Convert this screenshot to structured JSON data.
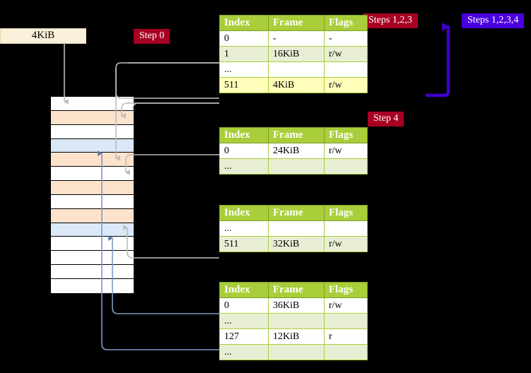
{
  "labels": {
    "size_box": "4KiB",
    "step0": "Step 0",
    "steps123": "Steps 1,2,3",
    "steps1234": "Steps 1,2,3,4",
    "step4": "Step 4"
  },
  "colors": {
    "header_green": "#a9ce3a",
    "row_alt_green": "#e8eed4",
    "highlight_yellow": "#ffffbb",
    "crimson_badge": "#a80023",
    "violet_badge": "#4b00e0",
    "violet_arrow": "#3d00cc",
    "mem_orange": "#fde2cc",
    "mem_blue": "#dbe8f7",
    "sizebox_cream": "#fbf0d9",
    "gray_connector": "#b3b3b3",
    "blue_connector": "#7d99c4"
  },
  "tables": [
    {
      "name": "pml4-table",
      "headers": [
        "Index",
        "Frame",
        "Flags"
      ],
      "rows": [
        {
          "cells": [
            "0",
            "-",
            "-"
          ],
          "shade": "plain",
          "highlight": false
        },
        {
          "cells": [
            "1",
            "16KiB",
            "r/w"
          ],
          "shade": "alt",
          "highlight": false
        },
        {
          "cells": [
            "...",
            "",
            ""
          ],
          "shade": "plain",
          "highlight": false
        },
        {
          "cells": [
            "511",
            "4KiB",
            "r/w"
          ],
          "shade": "alt",
          "highlight": true
        }
      ]
    },
    {
      "name": "pdp-table",
      "headers": [
        "Index",
        "Frame",
        "Flags"
      ],
      "rows": [
        {
          "cells": [
            "0",
            "24KiB",
            "r/w"
          ],
          "shade": "plain",
          "highlight": false
        },
        {
          "cells": [
            "...",
            "",
            ""
          ],
          "shade": "alt",
          "highlight": false
        }
      ]
    },
    {
      "name": "pd-table",
      "headers": [
        "Index",
        "Frame",
        "Flags"
      ],
      "rows": [
        {
          "cells": [
            "...",
            "",
            ""
          ],
          "shade": "plain",
          "highlight": false
        },
        {
          "cells": [
            "511",
            "32KiB",
            "r/w"
          ],
          "shade": "alt",
          "highlight": false
        }
      ]
    },
    {
      "name": "pt-table",
      "headers": [
        "Index",
        "Frame",
        "Flags"
      ],
      "rows": [
        {
          "cells": [
            "0",
            "36KiB",
            "r/w"
          ],
          "shade": "plain",
          "highlight": false
        },
        {
          "cells": [
            "...",
            "",
            ""
          ],
          "shade": "alt",
          "highlight": false
        },
        {
          "cells": [
            "127",
            "12KiB",
            "r"
          ],
          "shade": "plain",
          "highlight": false
        },
        {
          "cells": [
            "...",
            "",
            ""
          ],
          "shade": "alt",
          "highlight": false
        }
      ]
    }
  ],
  "memory_rows": [
    {
      "fill": "w",
      "tick": true
    },
    {
      "fill": "o",
      "tick": true
    },
    {
      "fill": "w",
      "tick": false
    },
    {
      "fill": "b",
      "tick": false
    },
    {
      "fill": "o",
      "tick": true
    },
    {
      "fill": "w",
      "tick": false
    },
    {
      "fill": "o",
      "tick": true
    },
    {
      "fill": "w",
      "tick": false
    },
    {
      "fill": "o",
      "tick": true
    },
    {
      "fill": "b",
      "tick": false
    },
    {
      "fill": "w",
      "tick": false
    },
    {
      "fill": "w",
      "tick": false
    },
    {
      "fill": "w",
      "tick": false
    },
    {
      "fill": "w",
      "tick": false
    }
  ]
}
